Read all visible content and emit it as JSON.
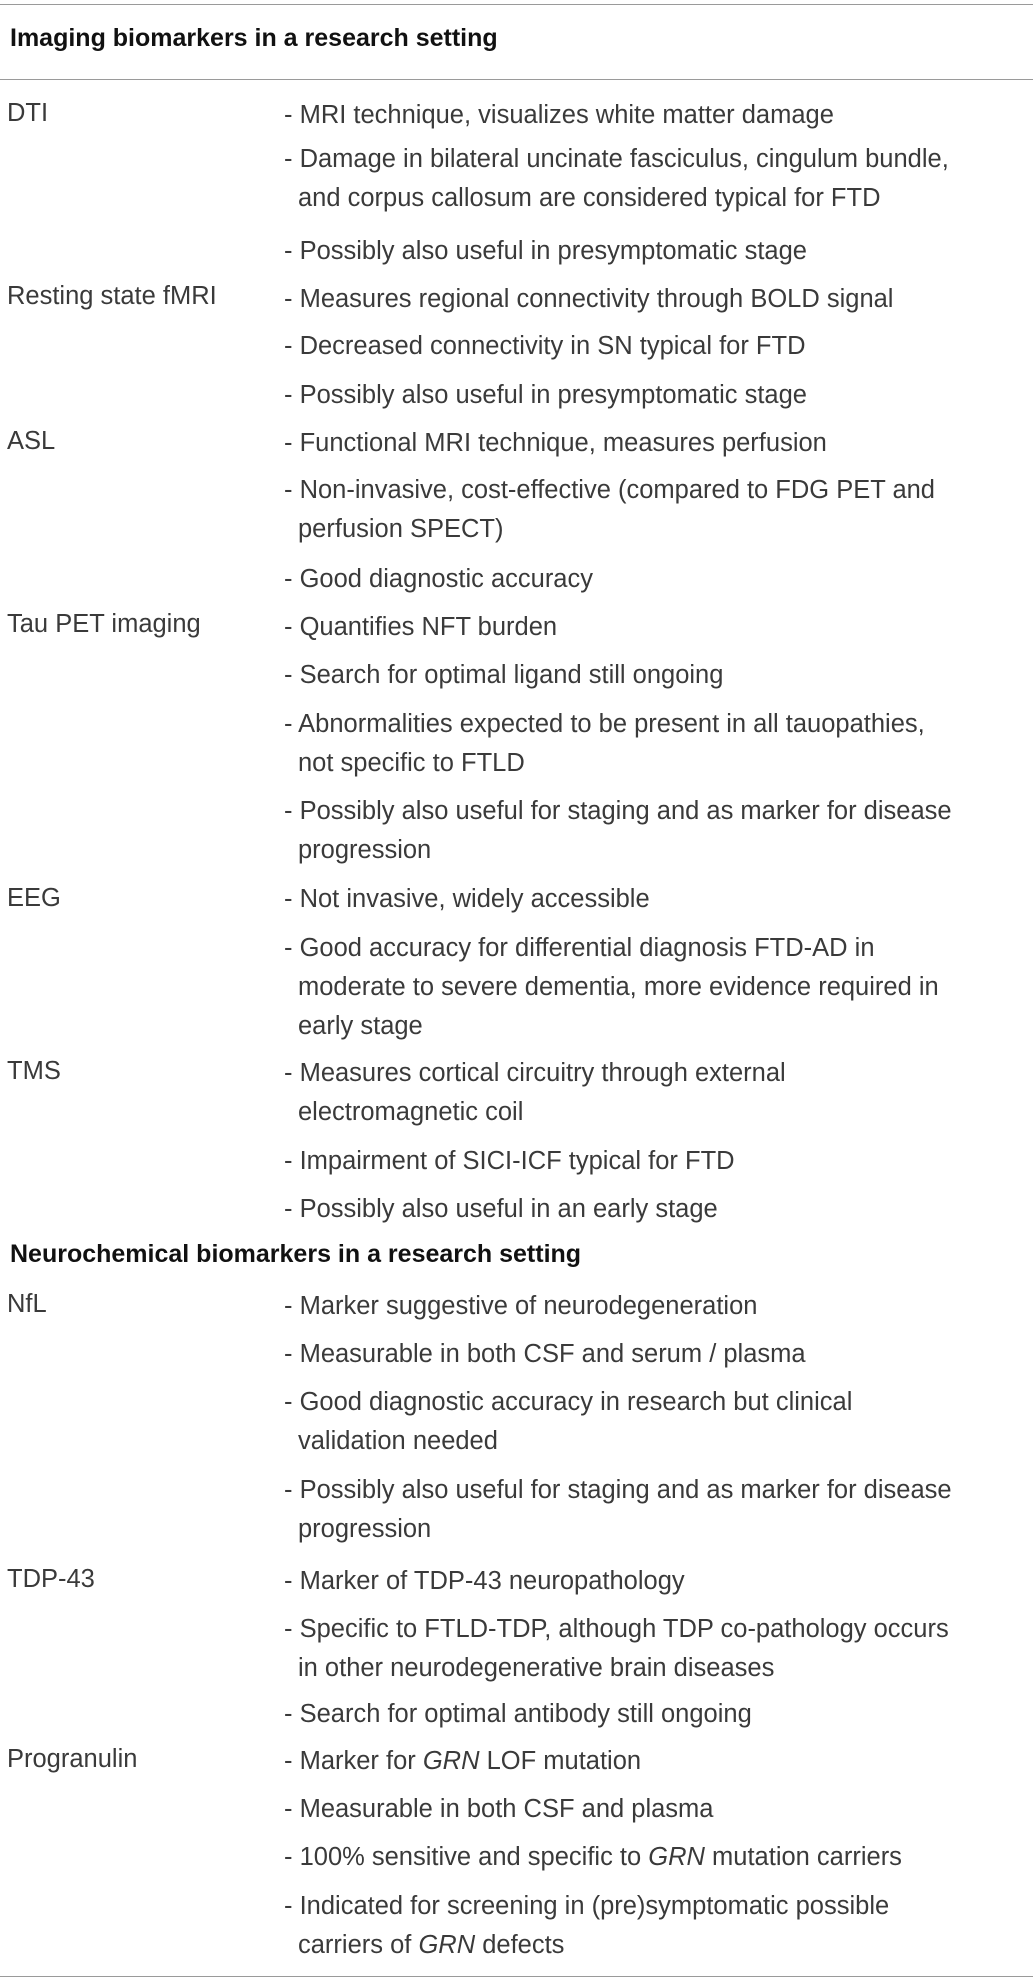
{
  "sections": [
    {
      "heading": "Imaging biomarkers in a research setting",
      "rows": [
        {
          "category": "DTI",
          "items": [
            [
              "- MRI technique, visualizes white matter damage"
            ],
            [
              "- Damage in bilateral uncinate fasciculus, cingulum bundle,",
              "and corpus callosum are considered typical for FTD"
            ],
            [
              "- Possibly also useful in presymptomatic stage"
            ]
          ]
        },
        {
          "category": "Resting state fMRI",
          "items": [
            [
              "- Measures regional connectivity through BOLD signal"
            ],
            [
              "- Decreased connectivity in SN typical for FTD"
            ],
            [
              "- Possibly also useful in presymptomatic stage"
            ]
          ]
        },
        {
          "category": "ASL",
          "items": [
            [
              "- Functional MRI technique, measures  perfusion"
            ],
            [
              "- Non-invasive, cost-effective (compared to FDG PET and",
              "perfusion SPECT)"
            ],
            [
              "- Good diagnostic accuracy"
            ]
          ]
        },
        {
          "category": "Tau PET imaging",
          "items": [
            [
              "- Quantifies NFT burden"
            ],
            [
              "- Search for optimal ligand still ongoing"
            ],
            [
              "- Abnormalities expected to be present in all tauopathies,",
              "not specific to FTLD"
            ],
            [
              "- Possibly also useful for staging and as marker for disease",
              "progression"
            ]
          ]
        },
        {
          "category": "EEG",
          "items": [
            [
              "- Not invasive, widely accessible"
            ],
            [
              "- Good accuracy for differential diagnosis FTD-AD in",
              "moderate to severe dementia, more evidence required in",
              "early stage"
            ]
          ]
        },
        {
          "category": "TMS",
          "items": [
            [
              "- Measures cortical circuitry through external",
              "electromagnetic coil"
            ],
            [
              "- Impairment of SICI-ICF typical for FTD"
            ],
            [
              "- Possibly also useful in an early stage"
            ]
          ]
        }
      ]
    },
    {
      "heading": "Neurochemical biomarkers in a research setting",
      "rows": [
        {
          "category": "NfL",
          "items": [
            [
              "- Marker suggestive of neurodegeneration"
            ],
            [
              "- Measurable in both CSF and serum / plasma"
            ],
            [
              "- Good diagnostic accuracy in research but clinical",
              "validation needed"
            ],
            [
              "- Possibly also useful for staging and as marker for disease",
              "progression"
            ]
          ]
        },
        {
          "category": "TDP-43",
          "items": [
            [
              "- Marker of TDP-43 neuropathology"
            ],
            [
              "- Specific to FTLD-TDP, although TDP co-pathology occurs",
              "in other neurodegenerative brain diseases"
            ],
            [
              "- Search for optimal antibody still ongoing"
            ]
          ]
        },
        {
          "category": "Progranulin",
          "items": [
            [
              "- Marker for ",
              "GRN",
              " LOF mutation"
            ],
            [
              "- Measurable in both CSF and plasma"
            ],
            [
              "- 100% sensitive and specific to ",
              "GRN",
              " mutation carriers"
            ],
            [
              "- Indicated for screening in (pre)symptomatic possible",
              "carriers of ",
              "GRN",
              " defects"
            ]
          ]
        }
      ]
    }
  ]
}
